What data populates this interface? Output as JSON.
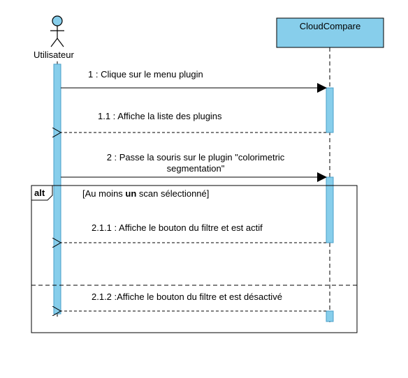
{
  "participants": {
    "actor": {
      "label": "Utilisateur"
    },
    "system": {
      "label": "CloudCompare"
    }
  },
  "messages": [
    {
      "label": "1 : Clique sur le menu plugin",
      "kind": "sync"
    },
    {
      "label": "1.1 : Affiche la liste des plugins",
      "kind": "return"
    },
    {
      "label_line1": "2 : Passe la souris sur le plugin \"colorimetric",
      "label_line2": "segmentation\"",
      "kind": "sync"
    },
    {
      "label": "2.1.1 : Affiche le bouton du filtre et est actif",
      "kind": "return"
    },
    {
      "label": "2.1.2 :Affiche le bouton du filtre et est désactivé",
      "kind": "return"
    }
  ],
  "fragment": {
    "operator": "alt",
    "guard_prefix": "[Au moins ",
    "guard_bold": "un",
    "guard_suffix": " scan sélectionné]"
  },
  "colors": {
    "activation": "#87CEEB",
    "activation_border": "#4a9fc8",
    "lifeline": "#000000",
    "frame": "#000000"
  }
}
